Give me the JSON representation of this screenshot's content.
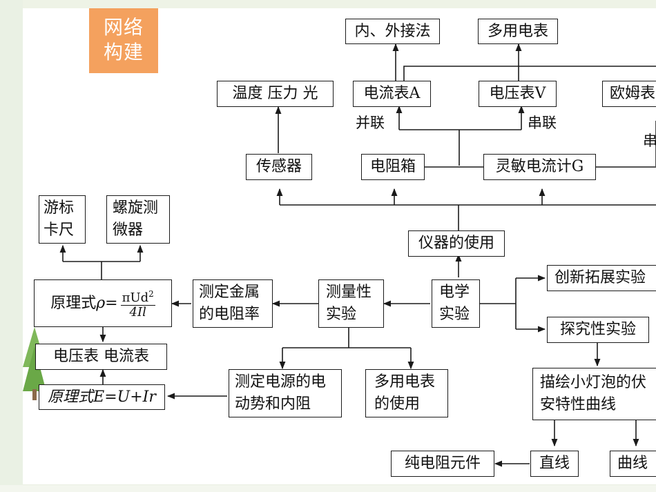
{
  "tag": {
    "line1": "网络",
    "line2": "构建"
  },
  "boxes": {
    "conn": "内、外接法",
    "multimeter": "多用电表",
    "sensor_types": "温度  压力  光",
    "ammeter": "电流表A",
    "voltmeter": "电压表V",
    "ohmmeter": "欧姆表",
    "sensor": "传感器",
    "resistor_box": "电阻箱",
    "galvanometer": "灵敏电流计G",
    "caliper": "游标卡尺",
    "micrometer": "螺旋测微器",
    "instrument_use": "仪器的使用",
    "electric_exp": "电学实验",
    "innovation": "创新拓展实验",
    "measure_exp": "测量性实验",
    "resistivity": "测定金属的电阻率",
    "explore_exp": "探究性实验",
    "vi_curve": "描绘小灯泡的伏安特性曲线",
    "voltmeter_ammeter": "电压表   电流表",
    "emf": "测定电源的电动势和内阻",
    "multimeter_use": "多用电表的使用",
    "pure_resistor": "纯电阻元件",
    "straight": "直线",
    "curve": "曲线"
  },
  "formula_rho": {
    "prefix": "原理式 ",
    "rho": "ρ",
    "eq": " =",
    "num": "πUd",
    "exp": "2",
    "den": "4Il"
  },
  "formula_e": "原理式E=U+Ir",
  "labels": {
    "parallel": "并联",
    "series": "串联",
    "series2": "串"
  }
}
